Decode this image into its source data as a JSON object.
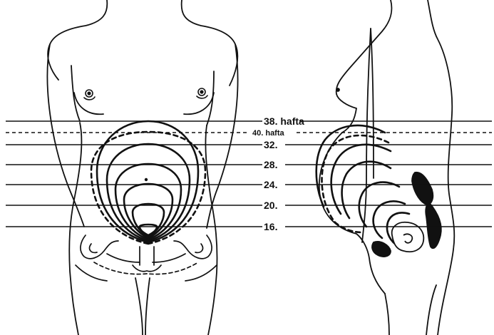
{
  "diagram": {
    "reference_lines": [
      {
        "id": "38",
        "label": "38. hafta",
        "style": "solid"
      },
      {
        "id": "40",
        "label": "40. hafta",
        "style": "dashed"
      },
      {
        "id": "32",
        "label": "32.",
        "style": "solid"
      },
      {
        "id": "28",
        "label": "28.",
        "style": "solid"
      },
      {
        "id": "24",
        "label": "24.",
        "style": "solid"
      },
      {
        "id": "20",
        "label": "20.",
        "style": "solid"
      },
      {
        "id": "16",
        "label": "16.",
        "style": "solid"
      }
    ]
  },
  "colors": {
    "ink": "#111111",
    "paper": "#ffffff"
  }
}
